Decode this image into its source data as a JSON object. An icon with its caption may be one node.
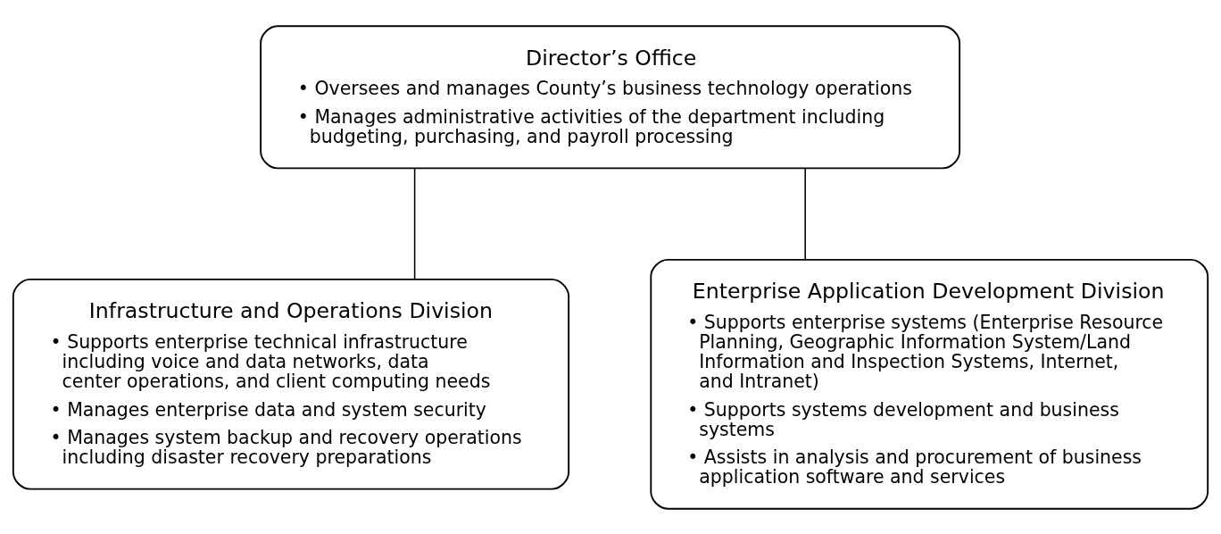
{
  "diagram": {
    "nodes": [
      {
        "text": [
          "Director’s Office",
          "• Oversees and manages County’s business technology operations",
          "• Manages administrative activities of the department including budgeting, purchasing, and payroll processing"
        ]
      },
      {
        "text": [
          "Infrastructure and Operations Division",
          "• Supports enterprise technical infrastructure including voice and data networks, data center operations, and client computing needs",
          "• Manages enterprise data and system security",
          "• Manages system backup and recovery operations including disaster recovery preparations"
        ]
      },
      {
        "text": [
          "Enterprise Application Development Division",
          "• Supports enterprise systems (Enterprise Resource Planning, Geographic Information System/Land Information and Inspection Systems, Internet, and Intranet)",
          "• Supports systems development and business systems",
          "• Assists in analysis and procurement of business application software and services"
        ]
      }
    ],
    "edges": [
      {
        "from": 0,
        "to": 1,
        "arrow": "none"
      },
      {
        "from": 0,
        "to": 2,
        "arrow": "none"
      }
    ]
  }
}
